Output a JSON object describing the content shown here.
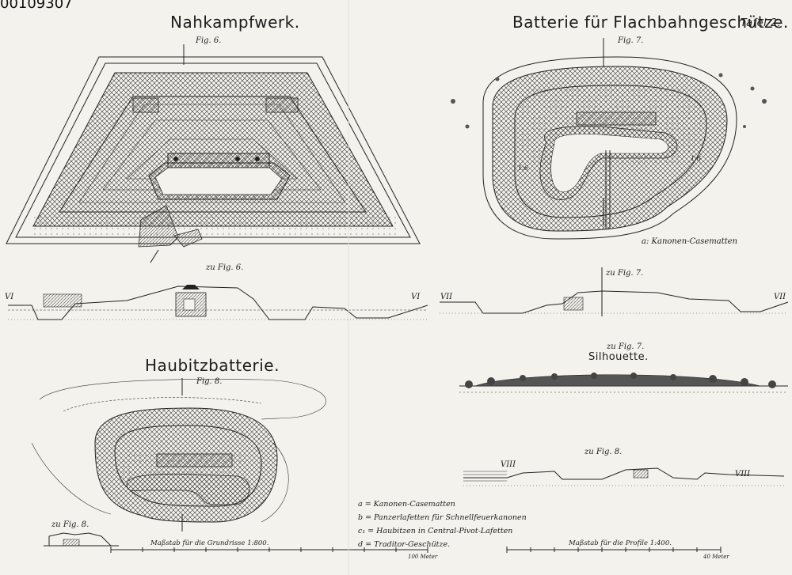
{
  "sheet": {
    "id": "00109307",
    "plate": "Tafel 2."
  },
  "fig6": {
    "title": "Nahkampfwerk.",
    "fig_label": "Fig. 6.",
    "profile_label": "zu Fig. 6.",
    "section_left": "VI",
    "section_right": "VI"
  },
  "fig7": {
    "title": "Batterie für Flachbahngeschütze.",
    "fig_label": "Fig. 7.",
    "profile_label": "zu Fig. 7.",
    "silhouette_label": "zu Fig. 7.",
    "silhouette_title": "Silhouette.",
    "section_left": "VII",
    "section_right": "VII",
    "note": "a: Kanonen-Casematten",
    "ratio_left": "1:6",
    "ratio_right": "1:6"
  },
  "fig8": {
    "title": "Haubitzbatterie.",
    "fig_label": "Fig. 8.",
    "profile_label": "zu Fig. 8.",
    "small_label": "zu Fig. 8.",
    "section_left": "VIII",
    "section_right": "VIII"
  },
  "legend": [
    {
      "key": "a",
      "text": "Kanonen-Casematten"
    },
    {
      "key": "b",
      "text": "Panzerlafetten für Schnellfeuerkanonen"
    },
    {
      "key": "c₁",
      "text": "Haubitzen in Central-Pivot-Lafetten"
    },
    {
      "key": "d",
      "text": "Traditor-Geschütze."
    }
  ],
  "scales": {
    "plan": "Maßstab für die Grundrisse 1:800.",
    "profile": "Maßstab für die Profile 1:400.",
    "plan_end": "100 Meter",
    "profile_end": "40 Meter"
  },
  "colors": {
    "paper": "#f4f2ec",
    "ink": "#1c1c1c"
  }
}
